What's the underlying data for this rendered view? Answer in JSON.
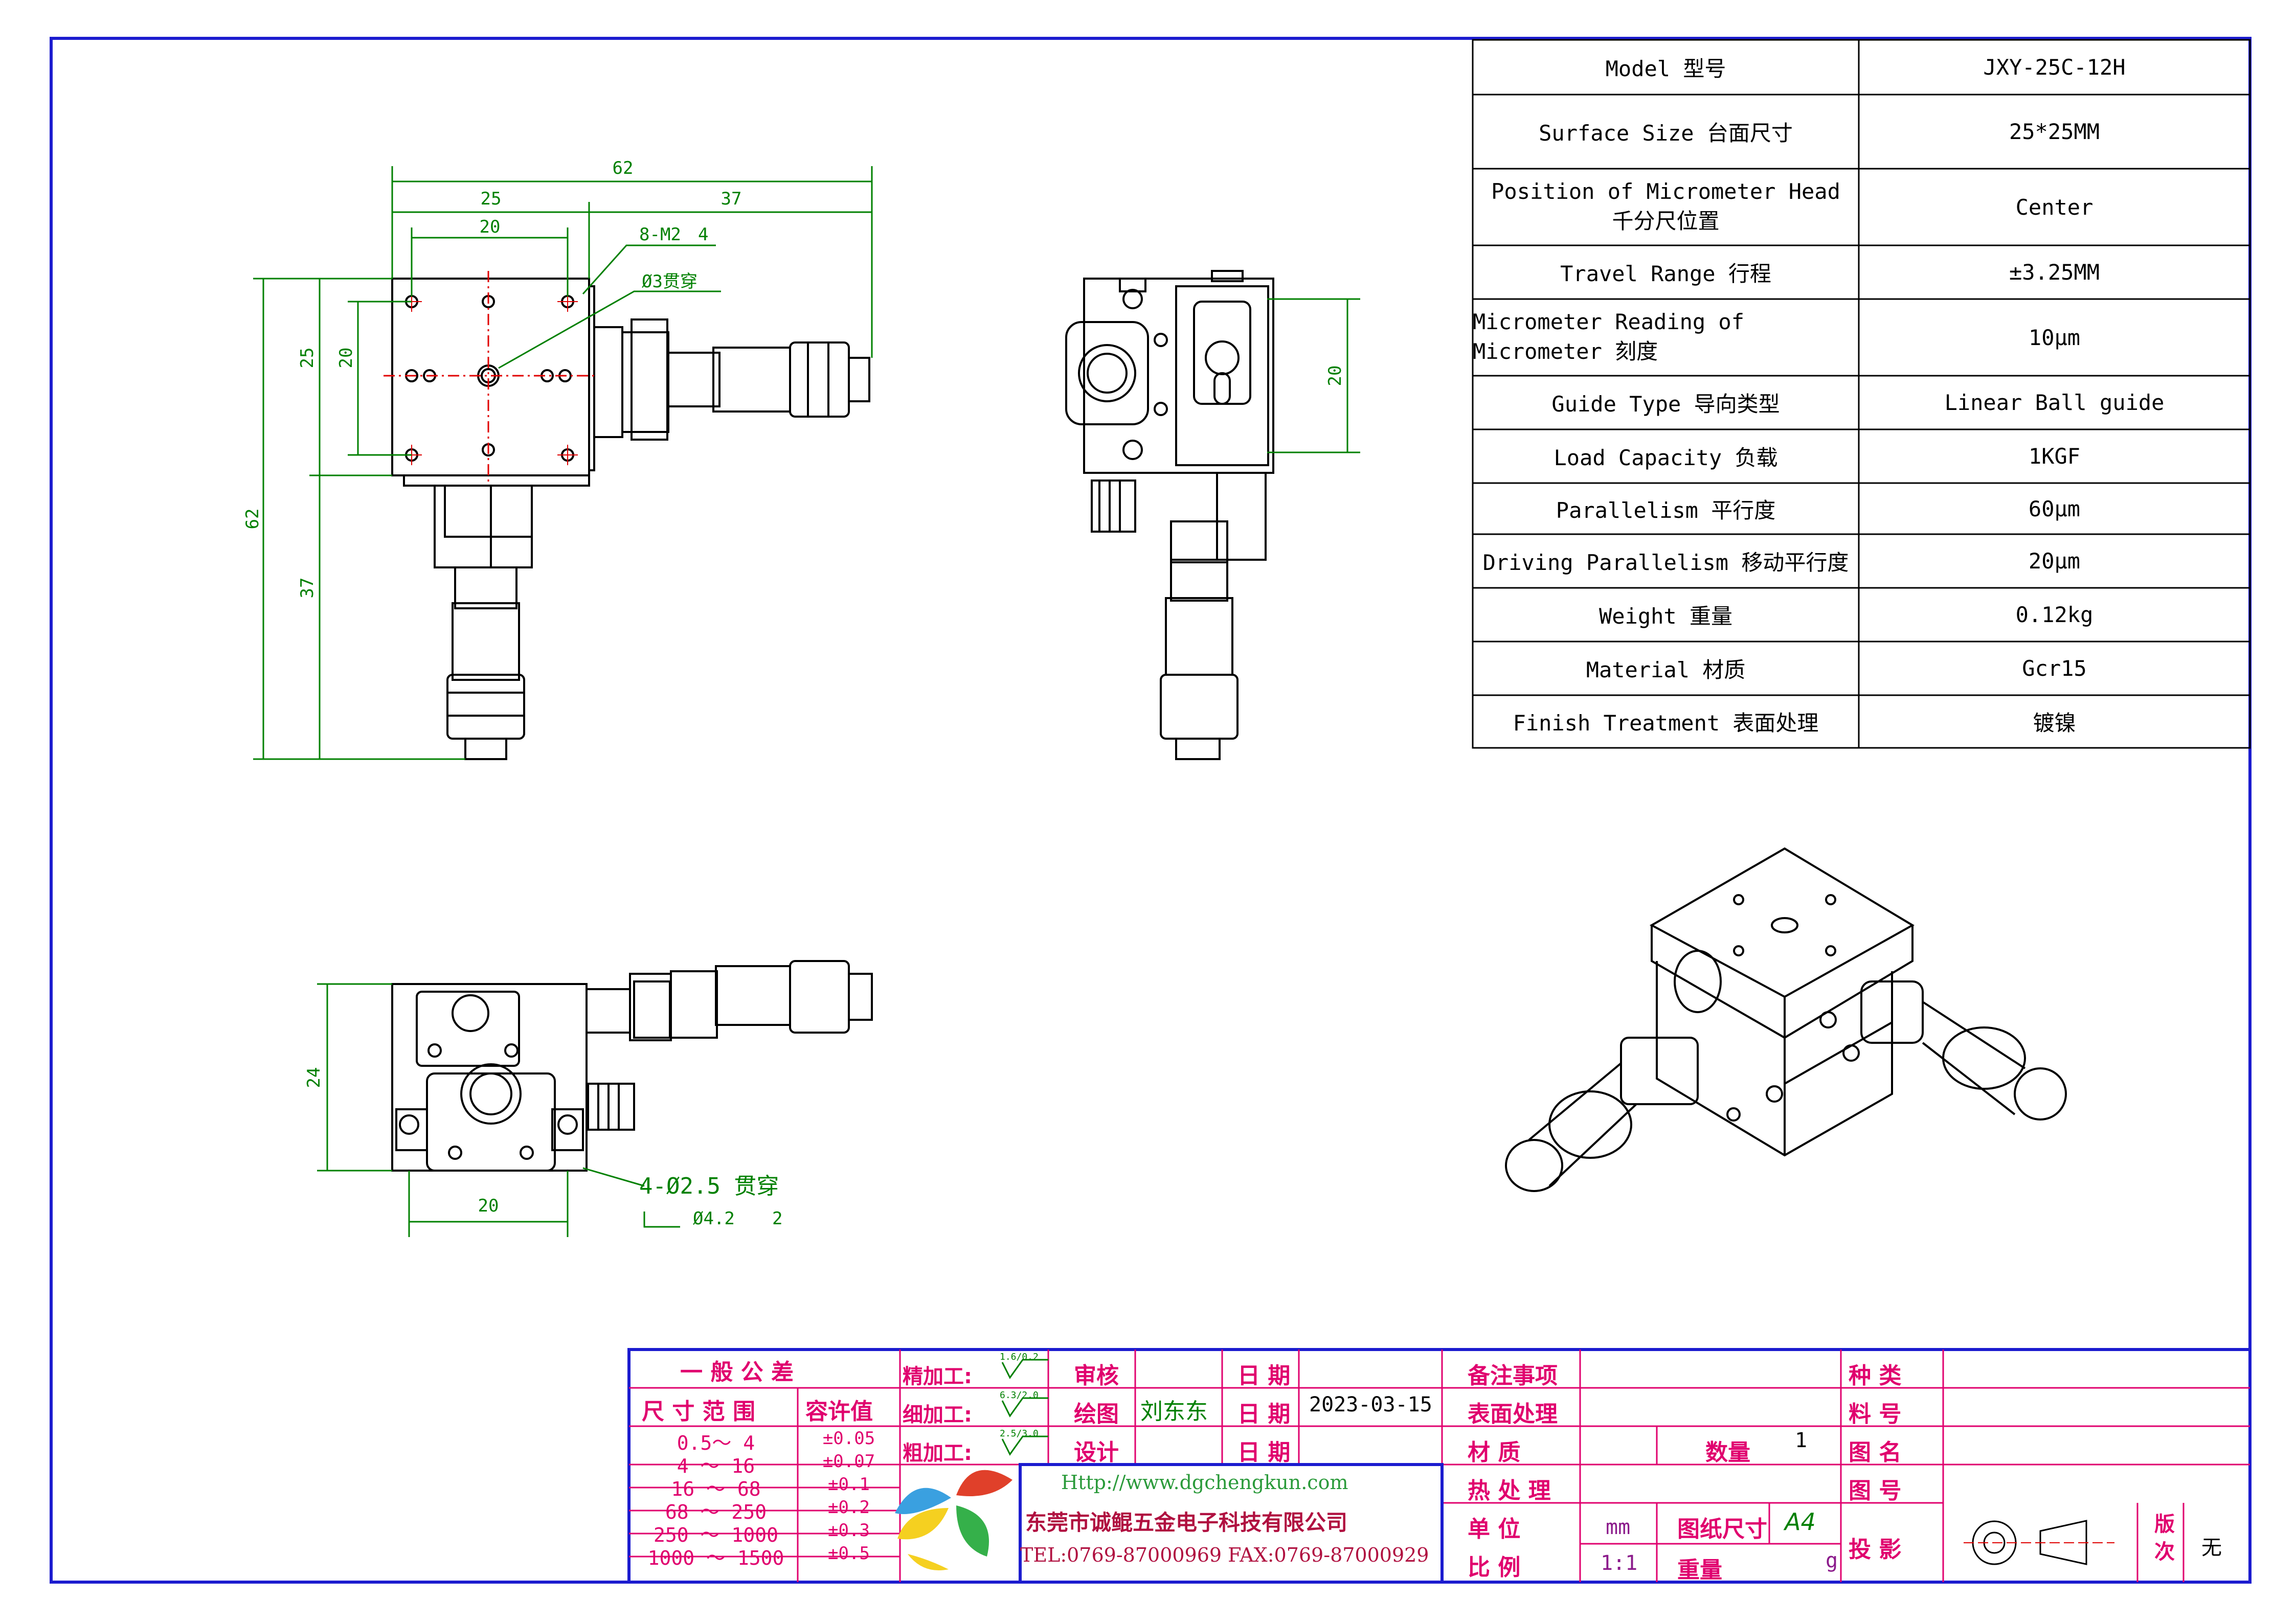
{
  "specs": [
    {
      "label": "Model 型号",
      "value": "JXY-25C-12H"
    },
    {
      "label": "Surface Size 台面尺寸",
      "value": "25*25MM"
    },
    {
      "label": "Position of Micrometer Head",
      "label2": "千分尺位置",
      "value": "Center"
    },
    {
      "label": "Travel Range 行程",
      "value": "±3.25MM"
    },
    {
      "label": "Micrometer Reading of Micrometer 刻度",
      "value": "10μm"
    },
    {
      "label": "Guide Type 导向类型",
      "value": "Linear Ball guide"
    },
    {
      "label": "Load Capacity 负载",
      "value": "1KGF"
    },
    {
      "label": "Parallelism 平行度",
      "value": "60μm"
    },
    {
      "label": "Driving Parallelism 移动平行度",
      "value": "20μm"
    },
    {
      "label": "Weight 重量",
      "value": "0.12kg"
    },
    {
      "label": "Material 材质",
      "value": "Gcr15"
    },
    {
      "label": "Finish Treatment 表面处理",
      "value": "镀镍"
    }
  ],
  "dims": {
    "front_total": "62",
    "front_left": "25",
    "front_right": "37",
    "front_inner": "20",
    "thread": "8-M2",
    "thread_depth": "4",
    "through_hole": "Ø3贯穿",
    "side_total": "62",
    "side_25": "25",
    "side_20": "20",
    "side_37": "37",
    "right_view_20": "20",
    "bottom_24": "24",
    "bottom_20": "20",
    "mount_hole": "4-Ø2.5 贯穿",
    "counterbore": "Ø4.2",
    "counterbore_depth": "2"
  },
  "titleblock": {
    "tolerance_title": "一 般 公 差",
    "size_range": "尺 寸 范 围",
    "allowed": "容许值",
    "tolerances": [
      {
        "range": "0.5～ 4",
        "val": "±0.05"
      },
      {
        "range": "4 ～ 16",
        "val": "±0.07"
      },
      {
        "range": "16 ～ 68",
        "val": "±0.1"
      },
      {
        "range": "68 ～ 250",
        "val": "±0.2"
      },
      {
        "range": "250 ～ 1000",
        "val": "±0.3"
      },
      {
        "range": "1000 ～ 1500",
        "val": "±0.5"
      }
    ],
    "fine": "精加工:",
    "medium": "细加工:",
    "rough": "粗加工:",
    "fine_vals": "1.6/0.2",
    "medium_vals": "6.3/2.0",
    "rough_vals": "2.5/3.0",
    "review": "审核",
    "drawing": "绘图",
    "design": "设计",
    "drawer": "刘东东",
    "date_label": "日 期",
    "date": "2023-03-15",
    "notes": "备注事项",
    "surface": "表面处理",
    "material": "材 质",
    "heat": "热 处 理",
    "unit": "单 位",
    "scale": "比 例",
    "qty_label": "数量",
    "qty": "1",
    "unit_val": "mm",
    "paper_label": "图纸尺寸",
    "paper": "A4",
    "scale_val": "1:1",
    "weight_label": "重量",
    "weight_unit": "g",
    "kind": "种 类",
    "part_no": "料 号",
    "drawing_name": "图 名",
    "drawing_no": "图 号",
    "projection": "投 影",
    "revision": "版 次",
    "revision_val": "无",
    "url": "Http://www.dgchengkun.com",
    "company": "东莞市诚鲲五金电子科技有限公司",
    "contact": "TEL:0769-87000969    FAX:0769-87000929"
  }
}
